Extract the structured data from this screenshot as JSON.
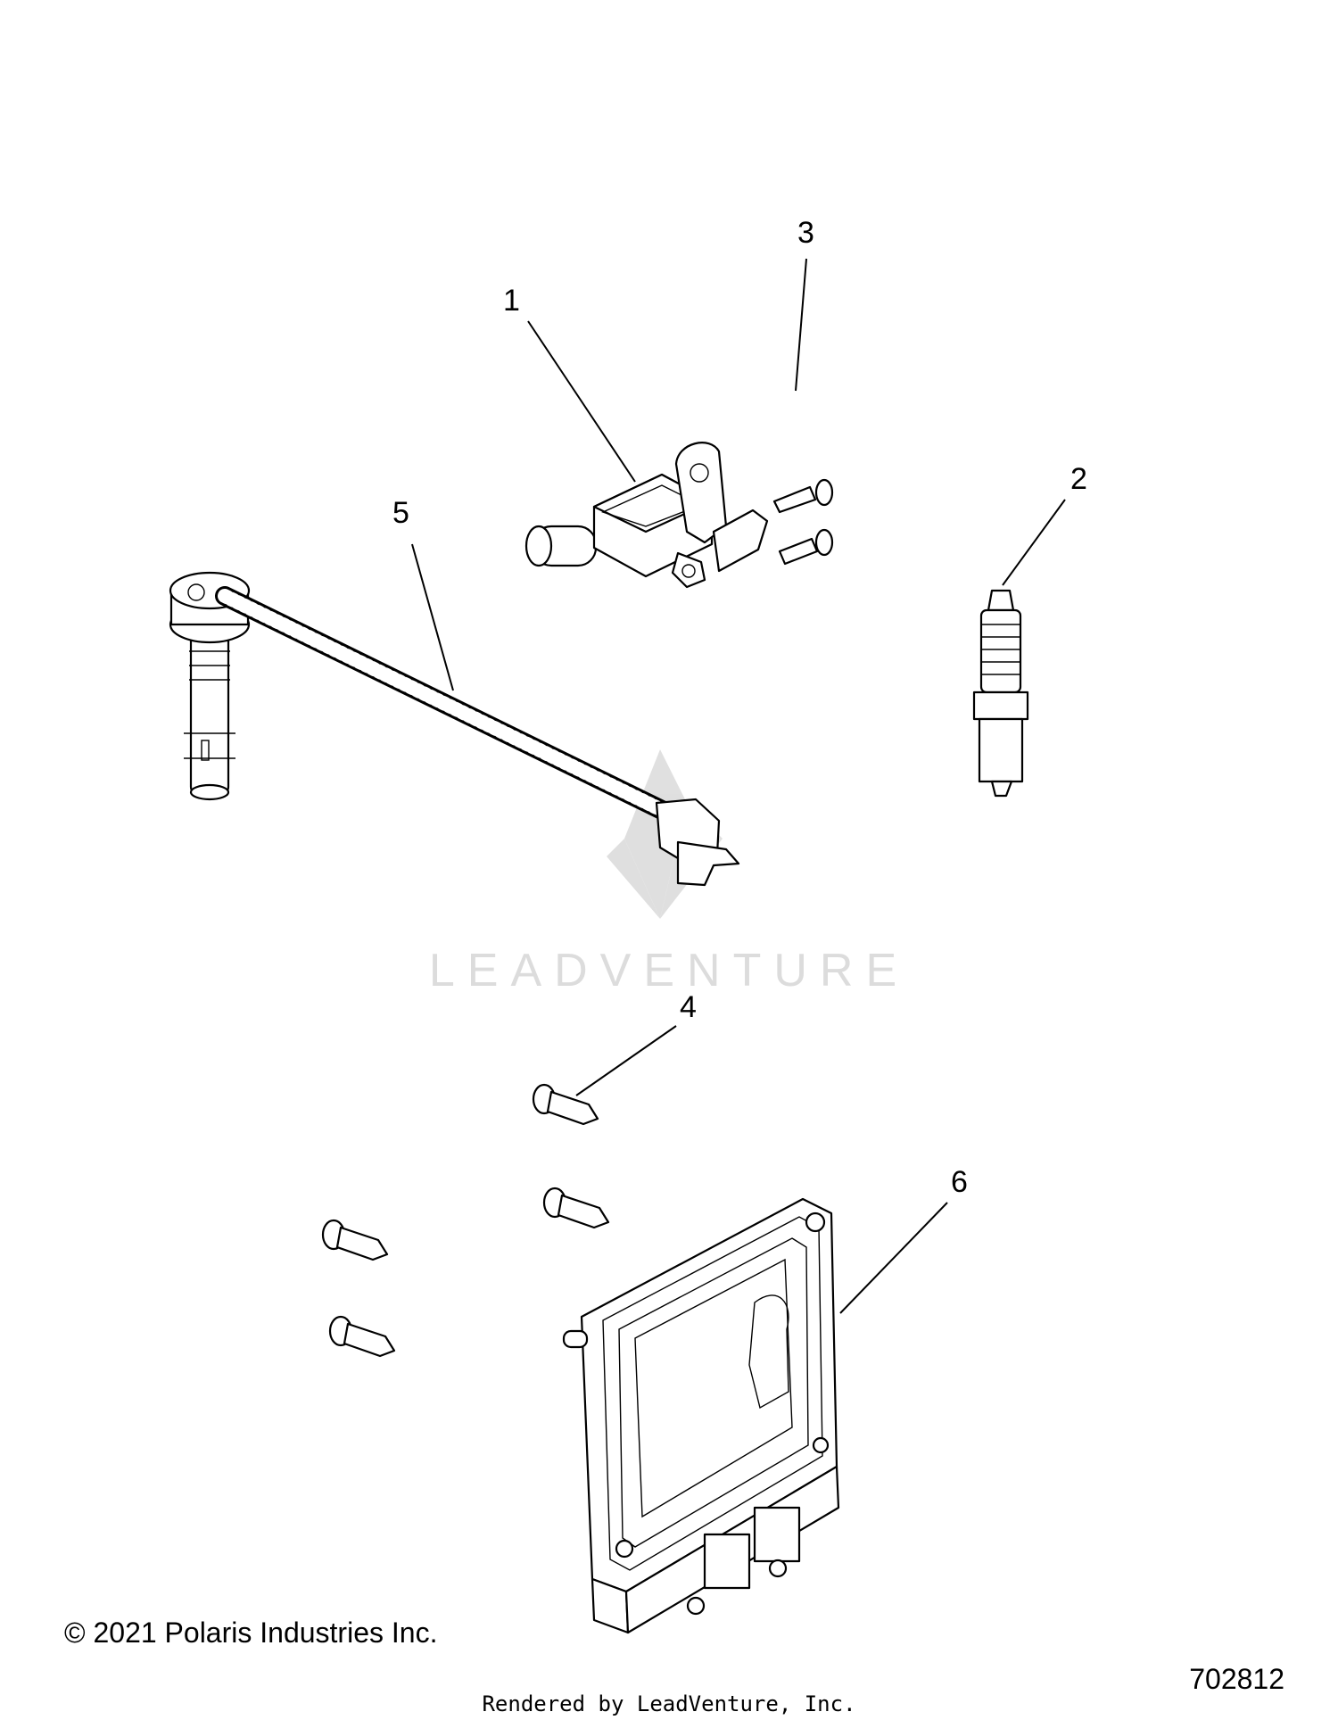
{
  "callouts": [
    {
      "id": "1",
      "label": "1"
    },
    {
      "id": "2",
      "label": "2"
    },
    {
      "id": "3",
      "label": "3"
    },
    {
      "id": "4",
      "label": "4"
    },
    {
      "id": "5",
      "label": "5"
    },
    {
      "id": "6",
      "label": "6"
    }
  ],
  "watermark": "LEADVENTURE",
  "copyright": "© 2021 Polaris Industries Inc.",
  "diagram_number": "702812",
  "rendered_by": "Rendered by LeadVenture, Inc."
}
